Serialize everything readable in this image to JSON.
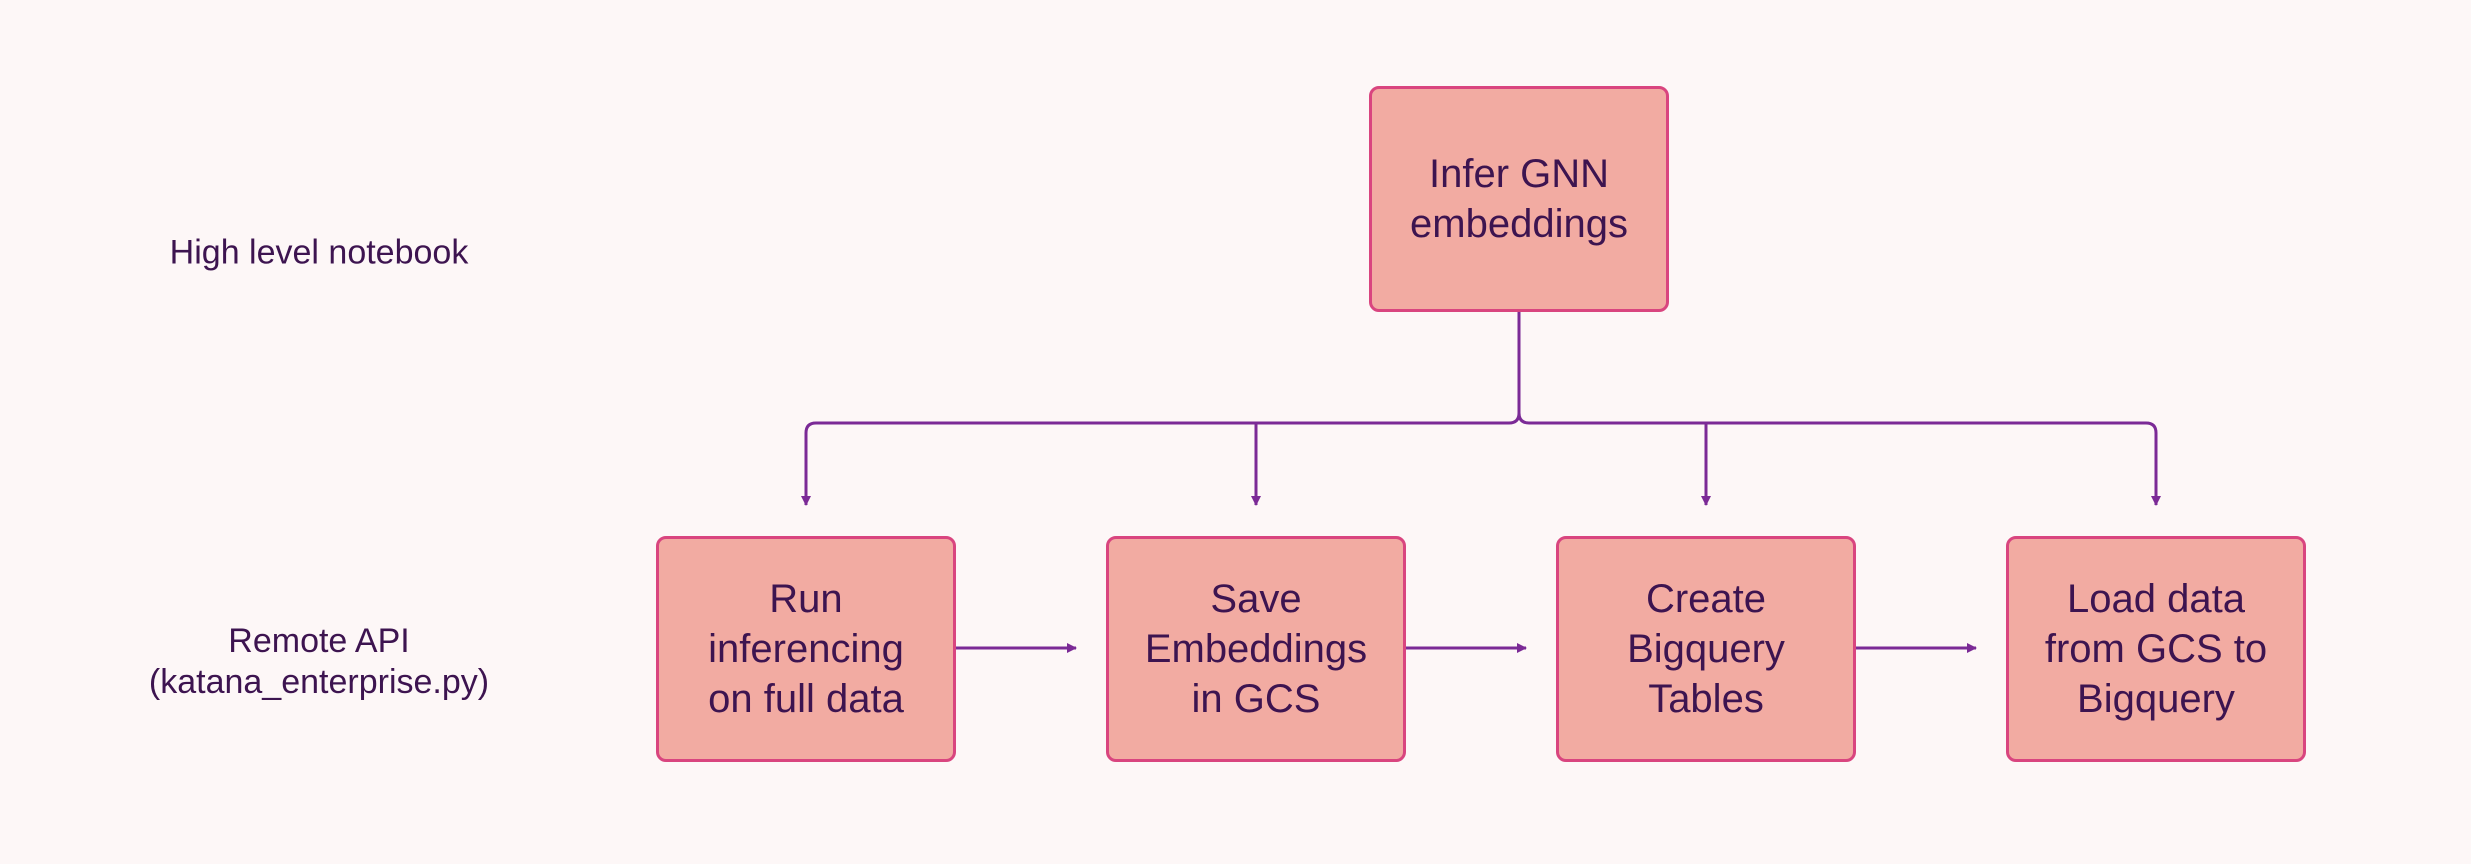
{
  "colors": {
    "background": "#fdf7f7",
    "node_fill": "#f2aba2",
    "node_border": "#d9457f",
    "connector": "#7b2a96",
    "text": "#3d1450"
  },
  "row_labels": {
    "top": "High level notebook",
    "bottom": "Remote API\n(katana_enterprise.py)"
  },
  "nodes": {
    "root": "Infer GNN\nembeddings",
    "steps": [
      "Run\ninferencing\non full data",
      "Save\nEmbeddings\nin GCS",
      "Create\nBigquery\nTables",
      "Load data\nfrom GCS to\nBigquery"
    ]
  },
  "edges": [
    {
      "from": "root",
      "to": "step-1"
    },
    {
      "from": "root",
      "to": "step-2"
    },
    {
      "from": "root",
      "to": "step-3"
    },
    {
      "from": "root",
      "to": "step-4"
    },
    {
      "from": "step-1",
      "to": "step-2"
    },
    {
      "from": "step-2",
      "to": "step-3"
    },
    {
      "from": "step-3",
      "to": "step-4"
    }
  ]
}
